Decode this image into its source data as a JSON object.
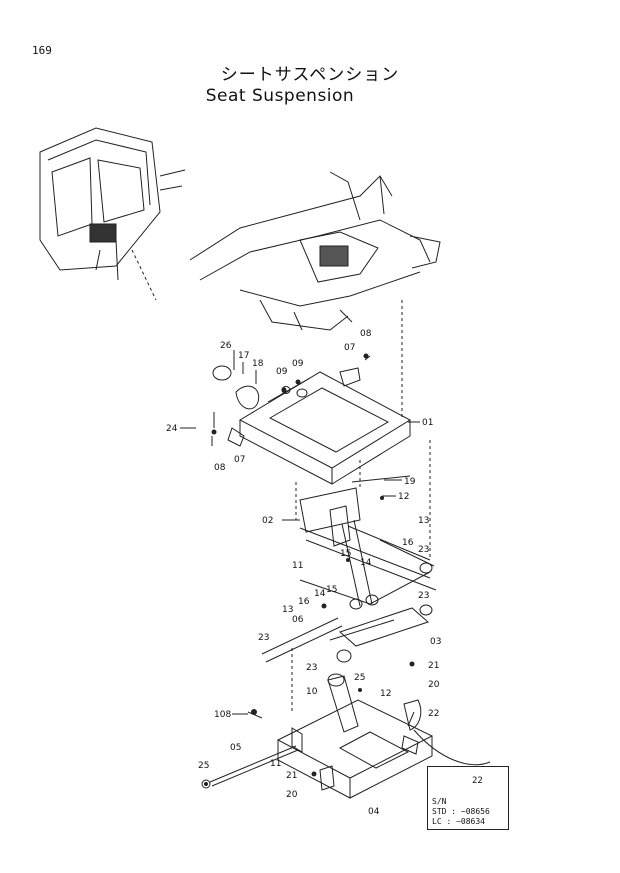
{
  "header": {
    "page_number": "169",
    "title_jp": "シートサスペンション",
    "title_en": "Seat Suspension"
  },
  "parts": {
    "p26": "26",
    "p17": "17",
    "p18": "18",
    "p09a": "09",
    "p09b": "09",
    "p07a": "07",
    "p08a": "08",
    "p24": "24",
    "p08b": "08",
    "p07b": "07",
    "p01": "01",
    "p19": "19",
    "p12a": "12",
    "p02": "02",
    "p13a": "13",
    "p16a": "16",
    "p23a": "23",
    "p11a": "11",
    "p15a": "15",
    "p14a": "14",
    "p16b": "16",
    "p14b": "14",
    "p15b": "15",
    "p13b": "13",
    "p23b": "23",
    "p06": "06",
    "p03": "03",
    "p23c": "23",
    "p23d": "23",
    "p21a": "21",
    "p20a": "20",
    "p25a": "25",
    "p10": "10",
    "p12b": "12",
    "p22a": "22",
    "p108": "108",
    "p05": "05",
    "p11b": "11",
    "p21b": "21",
    "p25b": "25",
    "p20b": "20",
    "p04": "04",
    "p22b": "22"
  },
  "serial_box": {
    "sn_label": "S/N",
    "std_line": "STD : ~08656",
    "lc_line": "LC   : ~08634"
  }
}
